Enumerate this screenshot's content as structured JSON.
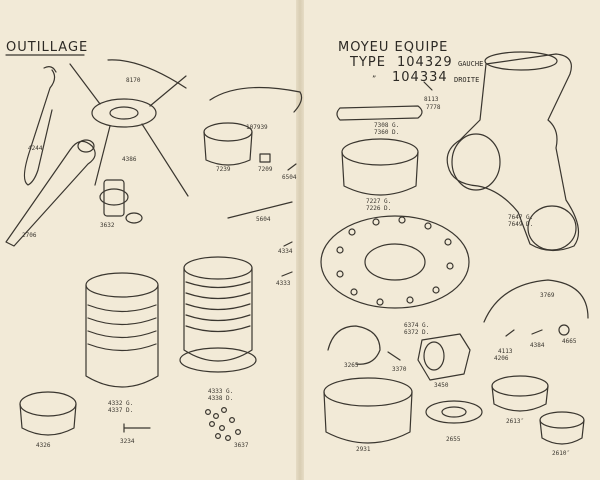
{
  "left_page": {
    "section_title": "OUTILLAGE",
    "labels": {
      "4244": "4244",
      "8170": "8170",
      "4386": "4386",
      "2706": "2706",
      "3632": "3632",
      "107939": "107939",
      "7239": "7239",
      "7209": "7209",
      "6504": "6504",
      "5604": "5604",
      "4334": "4334",
      "4333": "4333",
      "4332_line_1": "4332 G.",
      "4332_line_2": "4337 D.",
      "4333_line_1": "4333 G.",
      "4333_line_2": "4338 D.",
      "4326": "4326",
      "3234": "3234",
      "3637": "3637"
    }
  },
  "right_page": {
    "title": "MOYEU EQUIPE",
    "type_line_1": {
      "prefix": "TYPE",
      "number": "104329",
      "side": "GAUCHE"
    },
    "type_line_2": {
      "mark": "”",
      "number": "104334",
      "side": "DROITE"
    },
    "labels": {
      "8113": "8113",
      "7778": "7778",
      "7308": "7308 G.",
      "7360": "7360 D.",
      "7227": "7227 G.",
      "7226": "7226 D.",
      "7647": "7647 G.",
      "7649": "7649 D.",
      "3769": "3769",
      "6374": "6374 G.",
      "6372": "6372 D.",
      "3265": "3265",
      "3370": "3370",
      "3450": "3450",
      "4113": "4113",
      "4206": "4206",
      "4384": "4384",
      "4665": "4665",
      "2931": "2931",
      "2655": "2655",
      "2613": "2613″",
      "2610": "2610″"
    }
  }
}
